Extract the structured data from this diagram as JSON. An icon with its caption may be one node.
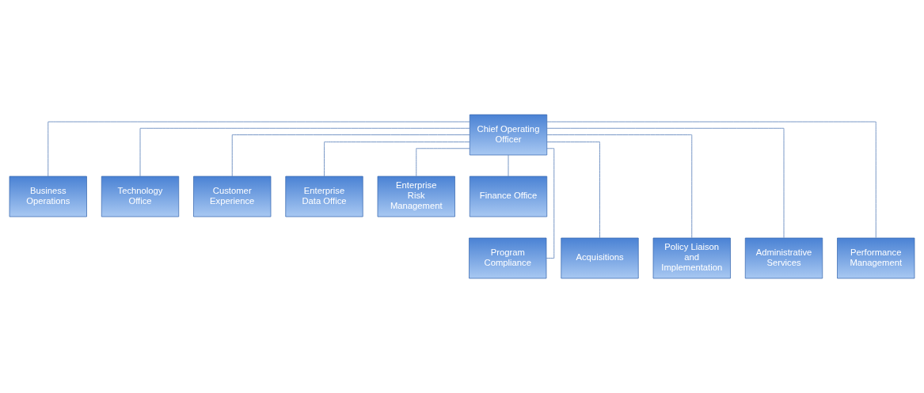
{
  "diagram": {
    "nodes": [
      {
        "text": [
          "Chief Operating Officer"
        ]
      },
      {
        "text": [
          "Business Operations"
        ]
      },
      {
        "text": [
          "Technology Office"
        ]
      },
      {
        "text": [
          "Customer Experience"
        ]
      },
      {
        "text": [
          "Enterprise Data Office"
        ]
      },
      {
        "text": [
          "Enterprise Risk Management"
        ]
      },
      {
        "text": [
          "Finance Office"
        ]
      },
      {
        "text": [
          "Program Compliance"
        ]
      },
      {
        "text": [
          "Acquisitions"
        ]
      },
      {
        "text": [
          "Policy Liaison and Implementation"
        ]
      },
      {
        "text": [
          "Administrative Services"
        ]
      },
      {
        "text": [
          "Performance Management"
        ]
      }
    ],
    "edges": [
      {
        "from": 0,
        "to": 1,
        "arrow": "none"
      },
      {
        "from": 0,
        "to": 2,
        "arrow": "none"
      },
      {
        "from": 0,
        "to": 3,
        "arrow": "none"
      },
      {
        "from": 0,
        "to": 4,
        "arrow": "none"
      },
      {
        "from": 0,
        "to": 5,
        "arrow": "none"
      },
      {
        "from": 0,
        "to": 6,
        "arrow": "none"
      },
      {
        "from": 0,
        "to": 7,
        "arrow": "none"
      },
      {
        "from": 0,
        "to": 8,
        "arrow": "none"
      },
      {
        "from": 0,
        "to": 9,
        "arrow": "none"
      },
      {
        "from": 0,
        "to": 10,
        "arrow": "none"
      },
      {
        "from": 0,
        "to": 11,
        "arrow": "none"
      }
    ]
  }
}
